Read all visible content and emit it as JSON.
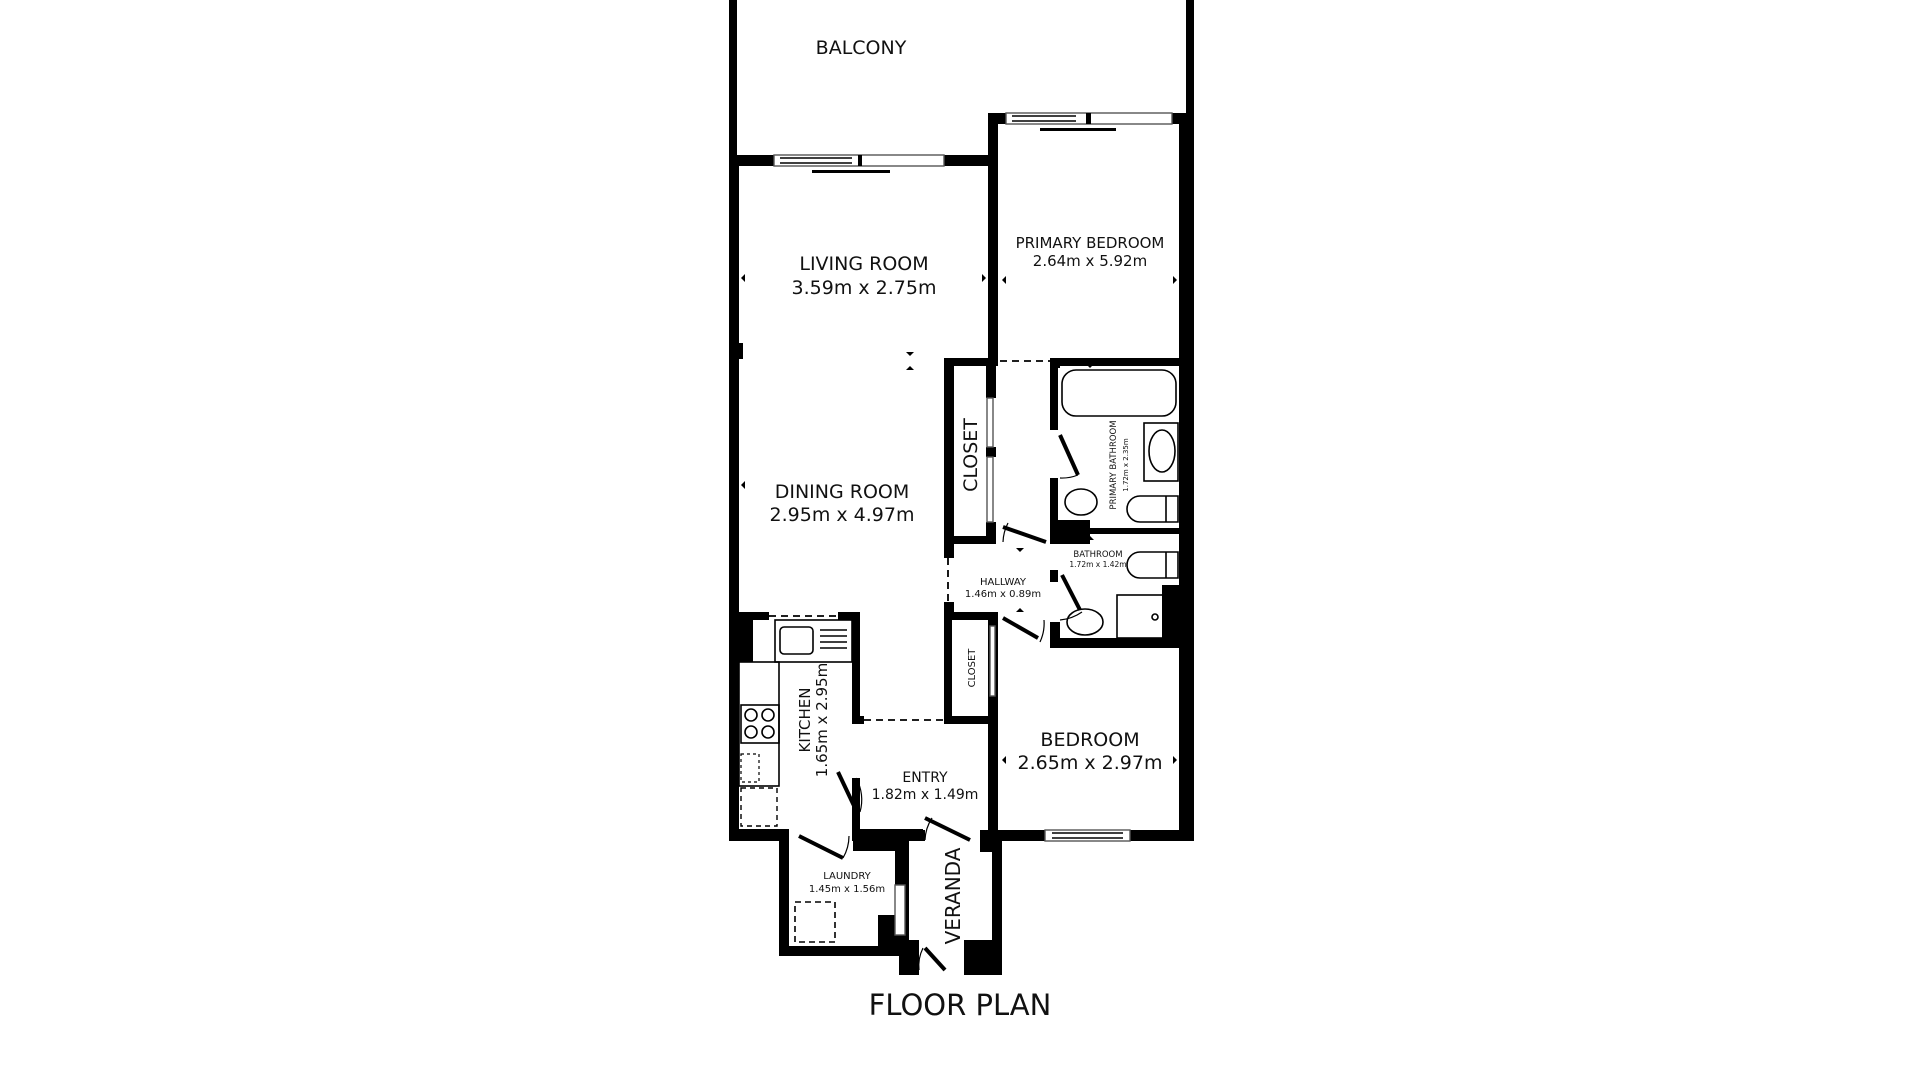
{
  "title": "FLOOR PLAN",
  "rooms": {
    "balcony": {
      "name": "BALCONY"
    },
    "living_room": {
      "name": "LIVING ROOM",
      "dims": "3.59m x 2.75m"
    },
    "primary_bedroom": {
      "name": "PRIMARY BEDROOM",
      "dims": "2.64m x 5.92m"
    },
    "closet_large": {
      "name": "CLOSET"
    },
    "primary_bathroom": {
      "name": "PRIMARY BATHROOM",
      "dims": "1.72m x 2.35m"
    },
    "dining_room": {
      "name": "DINING ROOM",
      "dims": "2.95m x 4.97m"
    },
    "hallway": {
      "name": "HALLWAY",
      "dims": "1.46m x 0.89m"
    },
    "bathroom": {
      "name": "BATHROOM",
      "dims": "1.72m x 1.42m"
    },
    "closet_small": {
      "name": "CLOSET"
    },
    "kitchen": {
      "name": "KITCHEN",
      "dims": "1.65m x 2.95m"
    },
    "entry": {
      "name": "ENTRY",
      "dims": "1.82m x 1.49m"
    },
    "bedroom": {
      "name": "BEDROOM",
      "dims": "2.65m x 2.97m"
    },
    "laundry": {
      "name": "LAUNDRY",
      "dims": "1.45m x 1.56m"
    },
    "veranda": {
      "name": "VERANDA"
    }
  },
  "colors": {
    "wall": "#000000",
    "background": "#ffffff",
    "text": "#111111"
  }
}
